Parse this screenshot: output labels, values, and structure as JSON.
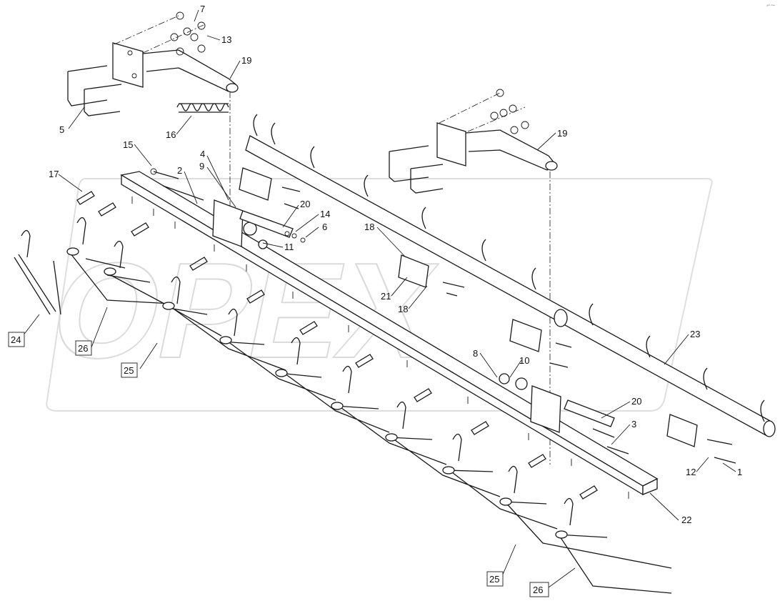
{
  "watermark": "OPEX",
  "corner_mark": "⌐∼",
  "callouts": [
    {
      "id": "c7",
      "text": "7"
    },
    {
      "id": "c13",
      "text": "13"
    },
    {
      "id": "c19a",
      "text": "19"
    },
    {
      "id": "c5",
      "text": "5"
    },
    {
      "id": "c16",
      "text": "16"
    },
    {
      "id": "c15",
      "text": "15"
    },
    {
      "id": "c4",
      "text": "4"
    },
    {
      "id": "c9",
      "text": "9"
    },
    {
      "id": "c2",
      "text": "2"
    },
    {
      "id": "c17",
      "text": "17"
    },
    {
      "id": "c20a",
      "text": "20"
    },
    {
      "id": "c14",
      "text": "14"
    },
    {
      "id": "c6",
      "text": "6"
    },
    {
      "id": "c11",
      "text": "11"
    },
    {
      "id": "c18a",
      "text": "18"
    },
    {
      "id": "c21",
      "text": "21"
    },
    {
      "id": "c18b",
      "text": "18"
    },
    {
      "id": "c19b",
      "text": "19"
    },
    {
      "id": "c23",
      "text": "23"
    },
    {
      "id": "c24",
      "text": "24"
    },
    {
      "id": "c26a",
      "text": "26"
    },
    {
      "id": "c25a",
      "text": "25"
    },
    {
      "id": "c8",
      "text": "8"
    },
    {
      "id": "c10",
      "text": "10"
    },
    {
      "id": "c20b",
      "text": "20"
    },
    {
      "id": "c3",
      "text": "3"
    },
    {
      "id": "c12",
      "text": "12"
    },
    {
      "id": "c1",
      "text": "1"
    },
    {
      "id": "c22",
      "text": "22"
    },
    {
      "id": "c25b",
      "text": "25"
    },
    {
      "id": "c26b",
      "text": "26"
    }
  ]
}
